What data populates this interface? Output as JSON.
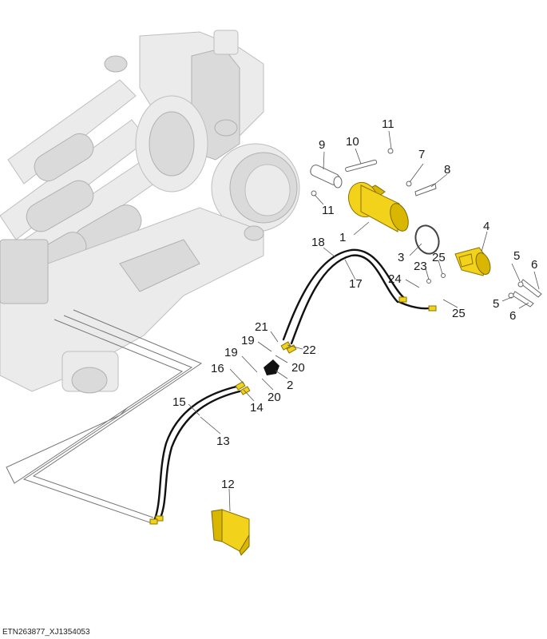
{
  "figure_id": "ETN263877_XJ1354053",
  "callouts": {
    "c1": "1",
    "c2": "2",
    "c3": "3",
    "c4": "4",
    "c5a": "5",
    "c5b": "5",
    "c6a": "6",
    "c6b": "6",
    "c7": "7",
    "c8": "8",
    "c9": "9",
    "c10": "10",
    "c11a": "11",
    "c11b": "11",
    "c12": "12",
    "c13": "13",
    "c14": "14",
    "c15": "15",
    "c16": "16",
    "c17": "17",
    "c18": "18",
    "c19a": "19",
    "c19b": "19",
    "c20a": "20",
    "c20b": "20",
    "c21": "21",
    "c22": "22",
    "c23": "23",
    "c24": "24",
    "c25a": "25",
    "c25b": "25"
  },
  "colors": {
    "highlight": "#f2d21b",
    "hose": "#111111",
    "ghost": "#e9e9e9"
  }
}
